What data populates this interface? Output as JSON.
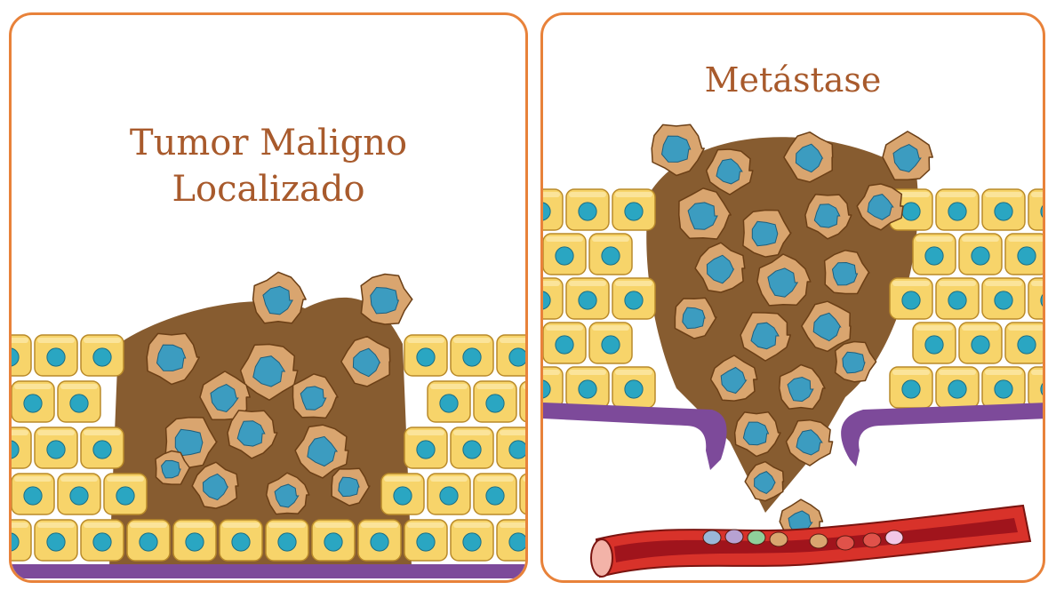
{
  "panels": {
    "left": {
      "title_line1": "Tumor Maligno",
      "title_line2": "Localizado"
    },
    "right": {
      "title": "Metástase"
    }
  },
  "colors": {
    "frame": "#e8823a",
    "title": "#a85a2c",
    "normal_cell": "#f7d46a",
    "normal_cell_border": "#b98a2a",
    "nucleus": "#2aa6c2",
    "tumor_cell": "#d9a56f",
    "tumor_nucleus": "#3c9cc0",
    "extracellular_matrix": "#7a4a1a",
    "basement_membrane": "#7d4a9a",
    "blood_vessel": "#d8322a",
    "vessel_lumen": "#a0141c"
  },
  "icons": [
    "normal-epithelial-cell-icon",
    "tumor-cell-icon",
    "basement-membrane-icon",
    "blood-vessel-icon",
    "blood-cell-icon"
  ]
}
